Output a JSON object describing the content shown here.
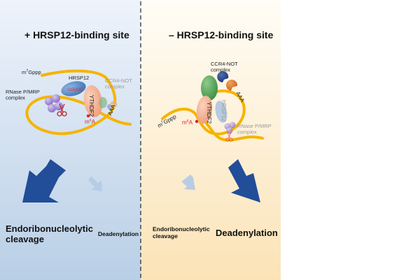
{
  "colors": {
    "left_panel_top": "#eef3fb",
    "left_panel_bottom": "#b9cfe6",
    "right_panel_top": "#fffdf7",
    "right_panel_bottom": "#fbe3b6",
    "rna": "#f5b400",
    "arrow_strong": "#214d99",
    "arrow_faint": "#b7cde5",
    "m6a": "#d9252a"
  },
  "left": {
    "title": "+ HRSP12-binding site",
    "cap": "m7Gppp",
    "hrsp12": "HRSP12",
    "binding_site": "GGUUC",
    "rnase": "RNase P/MRP\ncomplex",
    "ythdf2": "YTHDF2",
    "m6a": "m6A",
    "ccr4": "CCR4-NOT\ncomplex",
    "polya": "AAA",
    "outcome_major": "Endoribonucleolytic\ncleavage",
    "outcome_minor": "Deadenylation"
  },
  "right": {
    "title": "– HRSP12-binding site",
    "ccr4": "CCR4-NOT\ncomplex",
    "cap": "m7Gppp",
    "ythdf2": "YTHDF2",
    "hrsp12": "HRSP12",
    "m6a": "m6A",
    "rnase": "RNase P/MRP\ncomplex",
    "polya": "AAA",
    "outcome_minor": "Endoribonucleolytic\ncleavage",
    "outcome_major": "Deadenylation"
  }
}
